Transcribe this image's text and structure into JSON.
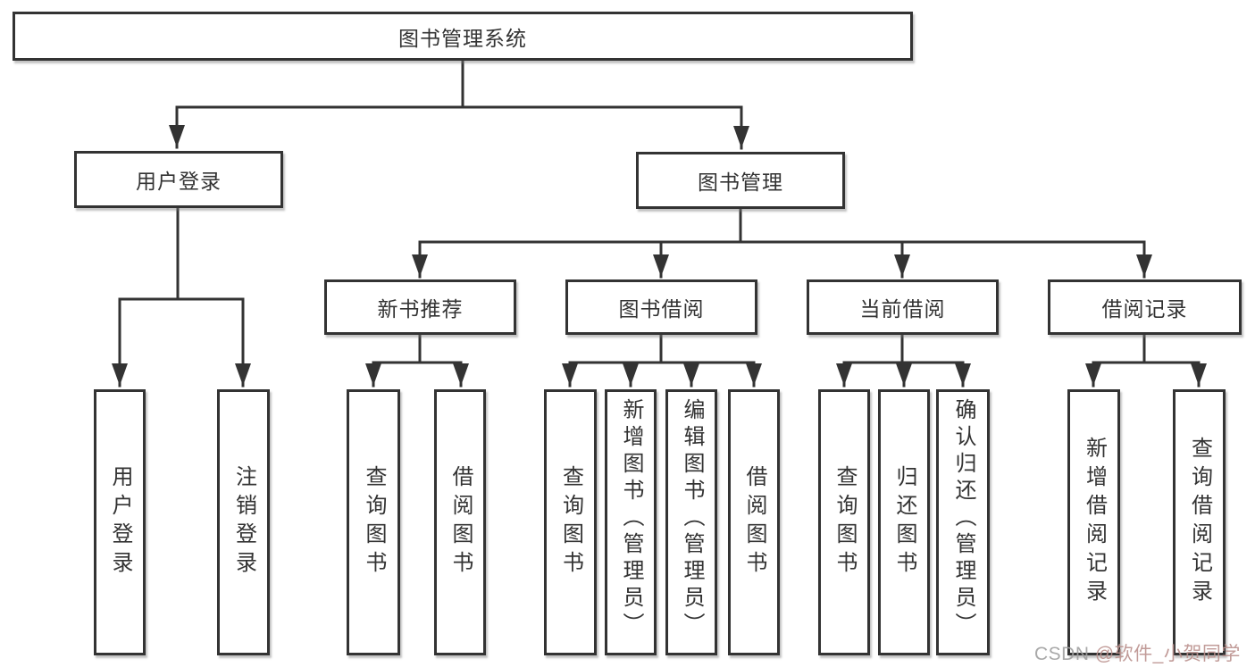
{
  "root": {
    "label": "图书管理系统"
  },
  "level2": [
    {
      "label": "用户登录"
    },
    {
      "label": "图书管理"
    }
  ],
  "level3": [
    {
      "label": "新书推荐"
    },
    {
      "label": "图书借阅"
    },
    {
      "label": "当前借阅"
    },
    {
      "label": "借阅记录"
    }
  ],
  "leaves": {
    "user_login": [
      {
        "label": "用户登录"
      },
      {
        "label": "注销登录"
      }
    ],
    "new_books": [
      {
        "label": "查询图书"
      },
      {
        "label": "借阅图书"
      }
    ],
    "book_borrow": [
      {
        "label": "查询图书"
      },
      {
        "label": "新增图书（管理员）"
      },
      {
        "label": "编辑图书（管理员）"
      },
      {
        "label": "借阅图书"
      }
    ],
    "current_borrow": [
      {
        "label": "查询图书"
      },
      {
        "label": "归还图书"
      },
      {
        "label": "确认归还（管理员）"
      }
    ],
    "borrow_records": [
      {
        "label": "新增借阅记录"
      },
      {
        "label": "查询借阅记录"
      }
    ]
  },
  "watermark": {
    "prefix": "CSDN ",
    "handle": "@软件_小贺同学"
  },
  "colors": {
    "line": "#333333",
    "text": "#333333"
  }
}
